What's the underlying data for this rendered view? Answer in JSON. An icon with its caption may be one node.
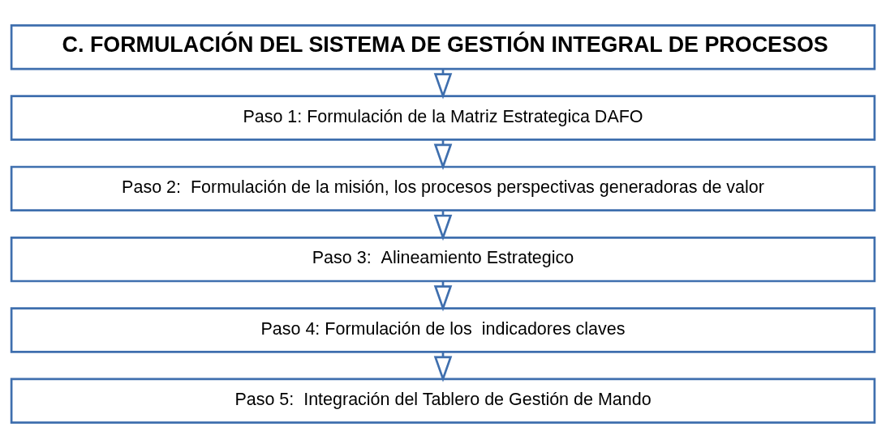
{
  "diagram": {
    "nodes": [
      {
        "text": [
          "C. FORMULACIÓN DEL SISTEMA DE GESTIÓN INTEGRAL DE PROCESOS"
        ]
      },
      {
        "text": [
          "Paso 1: Formulación de la Matriz Estrategica DAFO"
        ]
      },
      {
        "text": [
          "Paso 2:  Formulación de la misión, los procesos perspectivas generadoras de valor"
        ]
      },
      {
        "text": [
          "Paso 3:  Alineamiento Estrategico"
        ]
      },
      {
        "text": [
          "Paso 4: Formulación de los  indicadores claves"
        ]
      },
      {
        "text": [
          "Paso 5:  Integración del Tablero de Gestión de Mando"
        ]
      }
    ],
    "edges": [
      {
        "from": 0,
        "to": 1,
        "arrow": "to"
      },
      {
        "from": 1,
        "to": 2,
        "arrow": "to"
      },
      {
        "from": 2,
        "to": 3,
        "arrow": "to"
      },
      {
        "from": 3,
        "to": 4,
        "arrow": "to"
      },
      {
        "from": 4,
        "to": 5,
        "arrow": "to"
      }
    ]
  }
}
